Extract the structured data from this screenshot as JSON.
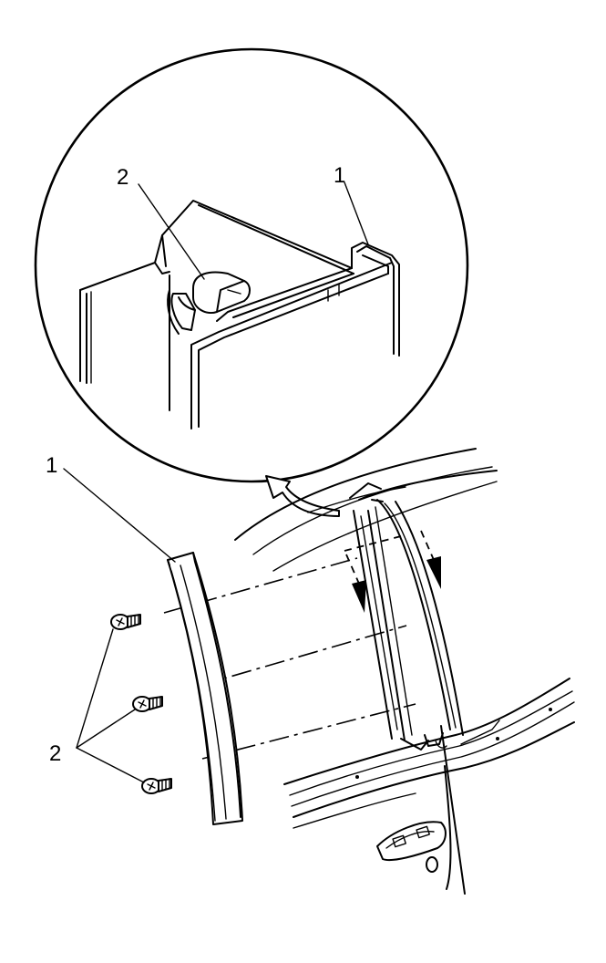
{
  "detail": {
    "label_clip": "2",
    "label_seal": "1"
  },
  "main": {
    "label_applique": "1",
    "label_screws": "2"
  }
}
